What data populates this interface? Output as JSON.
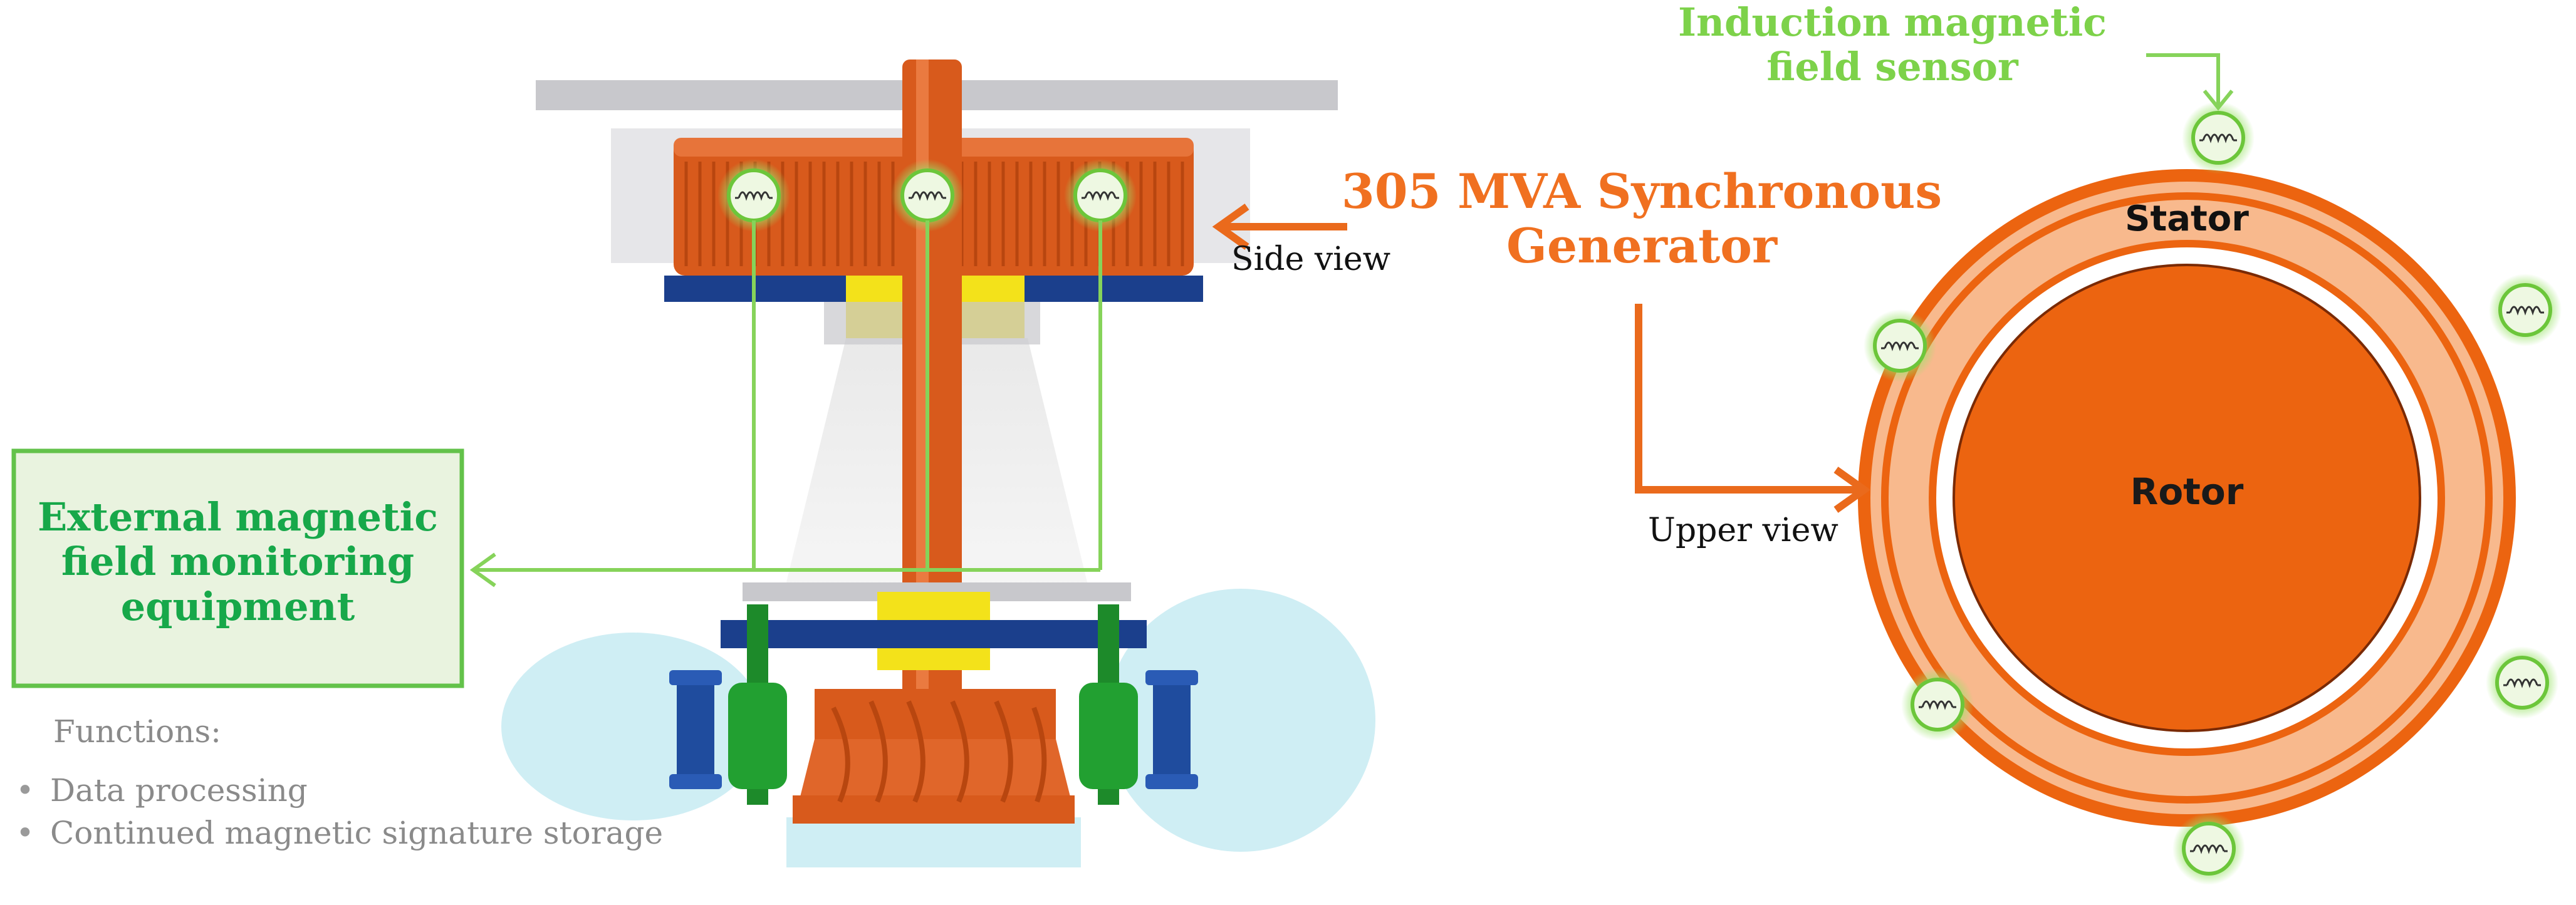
{
  "colors": {
    "orange": "#e8661a",
    "stator_fill": "#f8b98d",
    "rotor_fill": "#ec6410",
    "green_line": "#86d35a",
    "navy": "#1b3f8c",
    "yellow": "#f3e21a",
    "dark_green": "#1d8a2a",
    "water": "#cfeef4"
  },
  "sensor_label": {
    "line1": "Induction magnetic",
    "line2": "field sensor"
  },
  "generator_label": {
    "line1": "305 MVA Synchronous",
    "line2": "Generator"
  },
  "side_view_label": "Side view",
  "upper_view_label": "Upper view",
  "stator_label": "Stator",
  "rotor_label": "Rotor",
  "equipment_box": {
    "line1": "External magnetic",
    "line2": "field monitoring",
    "line3": "equipment"
  },
  "functions": {
    "heading": "Functions:",
    "items": [
      "Data processing",
      "Continued magnetic signature storage"
    ]
  },
  "sensor_icon": "coil-sensor-icon"
}
